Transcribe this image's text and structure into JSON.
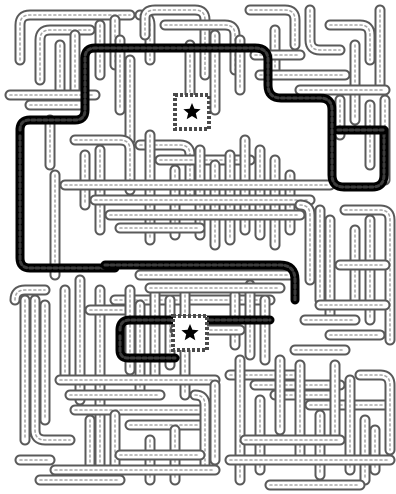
{
  "puzzle": {
    "kind": "pipe-maze",
    "hubs": [
      {
        "name": "hub-star-upper",
        "icon": "star-icon"
      },
      {
        "name": "hub-star-lower",
        "icon": "star-icon"
      }
    ],
    "colors": {
      "background": "#ffffff",
      "pipe_outline": "#5a5a5a",
      "pipe_dots": "#a8a8a8",
      "highlighted_route": "#000000"
    }
  }
}
